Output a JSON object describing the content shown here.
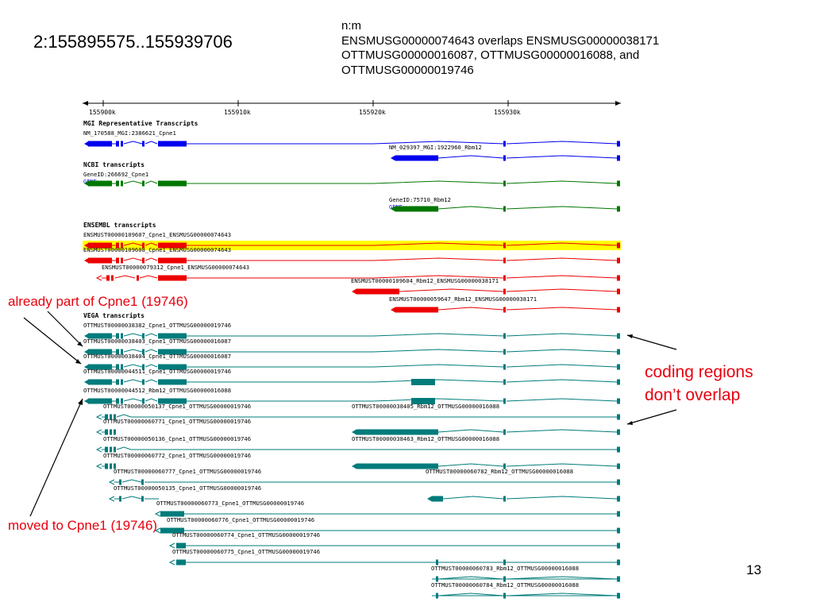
{
  "slide": {
    "coord_title": "2:155895575..155939706",
    "note_lines": [
      "n:m",
      "ENSMUSG00000074643 overlaps ENSMUSG00000038171",
      "OTTMUSG00000016087, OTTMUSG00000016088, and",
      "OTTMUSG00000019746"
    ],
    "annotations": {
      "already": "already part of Cpne1 (19746)",
      "moved": "moved to Cpne1 (19746)",
      "coding_line1": "coding regions",
      "coding_line2": "don’t overlap"
    },
    "page_number": "13"
  },
  "colors": {
    "mgi": "#0000ee",
    "ncbi": "#007700",
    "ensembl": "#ee0000",
    "vega": "#007b7b",
    "highlight": "#ffff00",
    "annotation": "#e8000e"
  },
  "browser": {
    "ruler_ticks": [
      "155900k",
      "155910k",
      "155920k",
      "155930k"
    ],
    "sections": [
      {
        "title": "MGI Representative Transcripts",
        "color": "mgi",
        "rows": [
          {
            "label": "NM_170588_MGI:2386621_Cpne1",
            "gene": "cpne1"
          },
          {
            "label": "NM_029397_MGI:1922960_Rbm12",
            "gene": "rbm12"
          }
        ]
      },
      {
        "title": "NCBI transcripts",
        "color": "ncbi",
        "rows": [
          {
            "label": "GeneID:266692_Cpne1",
            "sub": "GENE",
            "gene": "cpne1"
          },
          {
            "label": "GeneID:75710_Rbm12",
            "sub": "GENE",
            "gene": "rbm12"
          }
        ]
      },
      {
        "title": "ENSEMBL transcripts",
        "color": "ensembl",
        "rows": [
          {
            "label": "ENSMUST00000109607_Cpne1_ENSMUSG00000074643",
            "gene": "cpne1",
            "highlight": true
          },
          {
            "label": "ENSMUST00000109608_Cpne1_ENSMUSG00000074643",
            "gene": "cpne1"
          },
          {
            "label": "ENSMUST00000079312_Cpne1_ENSMUSG00000074643",
            "gene": "cpne1short"
          },
          {
            "label": "ENSMUST00000109604_Rbm12_ENSMUSG00000038171",
            "gene": "rbm12long"
          },
          {
            "label": "ENSMUST00000059647_Rbm12_ENSMUSG00000038171",
            "gene": "rbm12"
          }
        ]
      },
      {
        "title": "VEGA transcripts",
        "color": "vega",
        "rows": [
          {
            "label": "OTTMUST00000038382_Cpne1_OTTMUSG00000019746",
            "gene": "cpne1"
          },
          {
            "label": "OTTMUST00000038403_Cpne1_OTTMUSG00000016087",
            "gene": "cpne1"
          },
          {
            "label": "OTTMUST00000038404_Cpne1_OTTMUSG00000016087",
            "gene": "cpne1"
          },
          {
            "label": "OTTMUST00000044511_Cpne1_OTTMUSG00000019746",
            "gene": "cpne1extra"
          },
          {
            "label": "OTTMUST00000044512_Rbm12_OTTMUSG00000016088",
            "gene": "cpne1extra"
          },
          {
            "label": "OTTMUST00000050137_Cpne1_OTTMUSG00000019746",
            "gene": "frag",
            "label2": "OTTMUST00000038405_Rbm12_OTTMUSG00000016088"
          },
          {
            "label": "OTTMUST00000060771_Cpne1_OTTMUSG00000019746",
            "gene": "frag"
          },
          {
            "label": "OTTMUST00000050136_Cpne1_OTTMUSG00000019746",
            "gene": "frag",
            "label2": "OTTMUST00000038463_Rbm12_OTTMUSG00000016088"
          },
          {
            "label": "OTTMUST00000060772_Cpne1_OTTMUSG00000019746",
            "gene": "frag"
          },
          {
            "label": "OTTMUST00000060777_Cpne1_OTTMUSG00000019746",
            "gene": "frag2",
            "label2": "OTTMUST00000060782_Rbm12_OTTMUSG00000016088"
          },
          {
            "label": "OTTMUST00000050135_Cpne1_OTTMUSG00000019746",
            "gene": "frag2"
          },
          {
            "label": "OTTMUST00000060773_Cpne1_OTTMUSG00000019746",
            "gene": "frag3"
          },
          {
            "label": "OTTMUST00000060776_Cpne1_OTTMUSG00000019746",
            "gene": "frag3"
          },
          {
            "label": "OTTMUST00000060774_Cpne1_OTTMUSG00000019746",
            "gene": "frag4"
          },
          {
            "label": "OTTMUST00000060775_Cpne1_OTTMUSG00000019746",
            "gene": "frag4"
          },
          {
            "label": "OTTMUST00000060783_Rbm12_OTTMUSG00000016088",
            "gene": "rbmfrag"
          },
          {
            "label": "OTTMUST00000060784_Rbm12_OTTMUSG00000016088",
            "gene": "rbmfrag"
          }
        ]
      }
    ]
  }
}
